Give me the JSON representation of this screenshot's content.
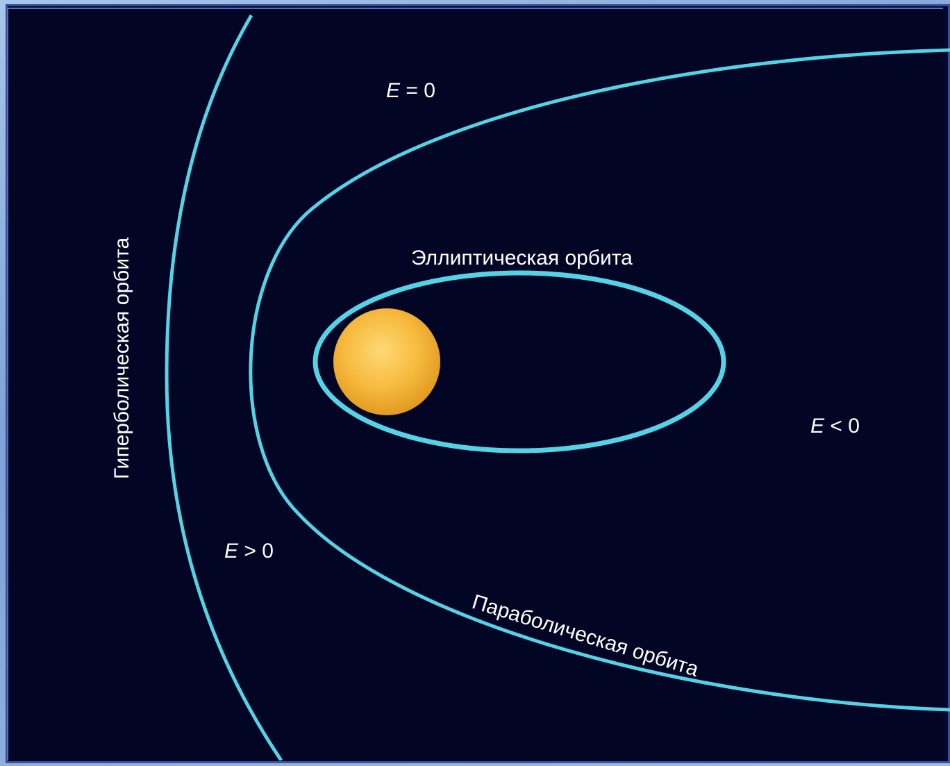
{
  "labels": {
    "elliptic_orbit": "Эллиптическая орбита",
    "parabolic_orbit": "Параболическая орбита",
    "hyperbolic_orbit": "Гиперболическая орбита",
    "energy_zero": {
      "var": "E",
      "rest": " = 0"
    },
    "energy_negative": {
      "var": "E",
      "rest": " < 0"
    },
    "energy_positive": {
      "var": "E",
      "rest": " > 0"
    }
  },
  "colors": {
    "background": "#03041f",
    "orbit": "#55d3e6",
    "sun": "#f2b43a",
    "frame": "#8fb2e0",
    "text": "#ffffff"
  }
}
